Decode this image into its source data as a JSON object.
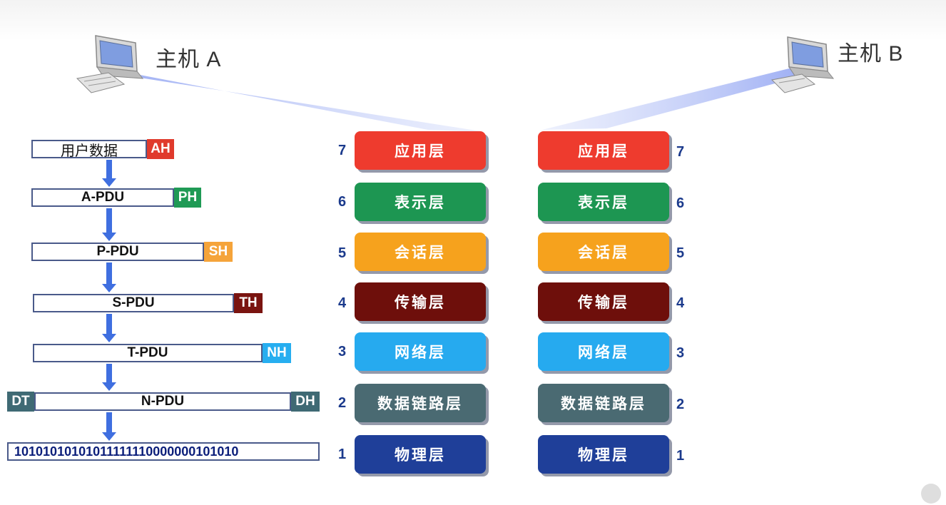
{
  "hosts": {
    "a_label": "主机 A",
    "b_label": "主机 B"
  },
  "pdus": [
    {
      "label": "用户数据",
      "header": "AH",
      "header_color": "#e03a2c"
    },
    {
      "label": "A-PDU",
      "header": "PH",
      "header_color": "#1f9a55"
    },
    {
      "label": "P-PDU",
      "header": "SH",
      "header_color": "#f5a43a"
    },
    {
      "label": "S-PDU",
      "header": "TH",
      "header_color": "#7a1410"
    },
    {
      "label": "T-PDU",
      "header": "NH",
      "header_color": "#27aef0"
    },
    {
      "label": "N-PDU",
      "header": "DH",
      "trailer": "DT",
      "header_color": "#3f6a74"
    }
  ],
  "bitstream": "10101010101011111110000000101010",
  "layers": [
    {
      "num": "7",
      "name": "应用层",
      "color": "#ee3b2e"
    },
    {
      "num": "6",
      "name": "表示层",
      "color": "#1d9652"
    },
    {
      "num": "5",
      "name": "会话层",
      "color": "#f6a21d"
    },
    {
      "num": "4",
      "name": "传输层",
      "color": "#6e0f0b"
    },
    {
      "num": "3",
      "name": "网络层",
      "color": "#26aaef"
    },
    {
      "num": "2",
      "name": "数据链路层",
      "color": "#4a6a72"
    },
    {
      "num": "1",
      "name": "物理层",
      "color": "#1f3f99"
    }
  ],
  "colors": {
    "beam": "#7f95f0",
    "arrow": "#3f6fe0",
    "layer_number": "#1b3a8c"
  },
  "icons": [
    "computer-icon",
    "down-arrow-icon",
    "play-icon"
  ]
}
